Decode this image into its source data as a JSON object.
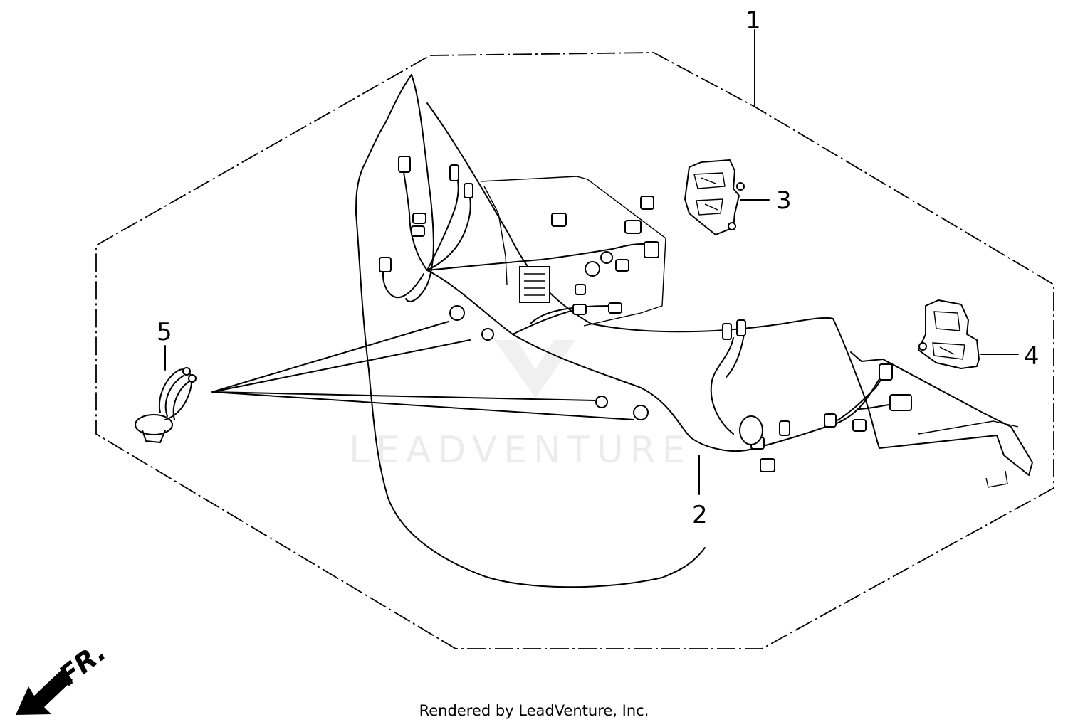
{
  "diagram": {
    "callouts": [
      {
        "id": "1",
        "label": "1"
      },
      {
        "id": "2",
        "label": "2"
      },
      {
        "id": "3",
        "label": "3"
      },
      {
        "id": "4",
        "label": "4"
      },
      {
        "id": "5",
        "label": "5"
      }
    ],
    "front_indicator": "FR.",
    "watermark": "LEADVENTURE",
    "footer": "Rendered by LeadVenture, Inc."
  }
}
